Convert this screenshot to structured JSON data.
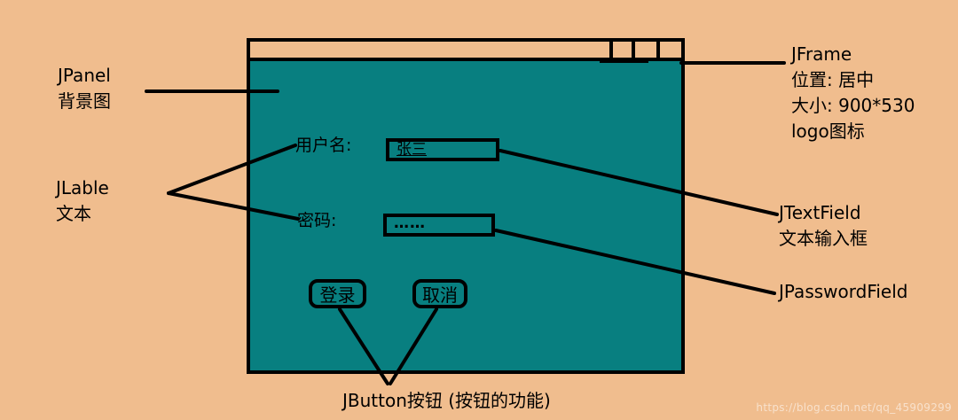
{
  "colors": {
    "bg": "#f0bd8e",
    "teal": "#087f80",
    "ink": "#000000",
    "watermark": "#ffffff"
  },
  "window": {
    "titlebar_button_count": 3,
    "form": {
      "username_label": "用户名:",
      "username_value": "张三",
      "password_label": "密码:",
      "password_value": "……",
      "login_button": "登录",
      "cancel_button": "取消"
    }
  },
  "annotations": {
    "jpanel": {
      "lines": [
        "JPanel",
        "背景图"
      ]
    },
    "jlable": {
      "lines": [
        "JLable",
        "文本"
      ]
    },
    "jframe": {
      "lines": [
        "JFrame",
        "位置: 居中",
        "大小: 900*530",
        "logo图标"
      ]
    },
    "jtextfield": {
      "lines": [
        "JTextField",
        "文本输入框"
      ]
    },
    "jpasswordfield": {
      "label": "JPasswordField"
    },
    "jbutton": {
      "label": "JButton按钮 (按钮的功能)"
    }
  },
  "watermark": "https://blog.csdn.net/qq_45909299"
}
